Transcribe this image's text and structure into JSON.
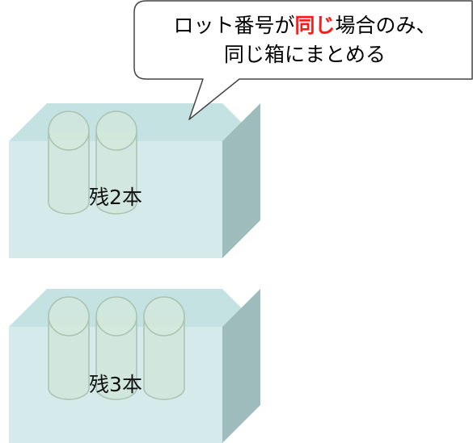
{
  "callout": {
    "line1_before": "ロット番号が",
    "line1_highlight": "同じ",
    "line1_after": "場合のみ、",
    "line2": "同じ箱にまとめる"
  },
  "boxes": [
    {
      "label": "残2本",
      "remaining": 2
    },
    {
      "label": "残3本",
      "remaining": 3
    }
  ],
  "colors": {
    "box_front": "#d5ebeb",
    "box_top": "#c4e2e2",
    "box_side": "#9fbcbc",
    "cylinder_fill": "#cfe4d6",
    "cylinder_stroke": "#a9c2b0",
    "highlight": "#ff1a1a"
  }
}
